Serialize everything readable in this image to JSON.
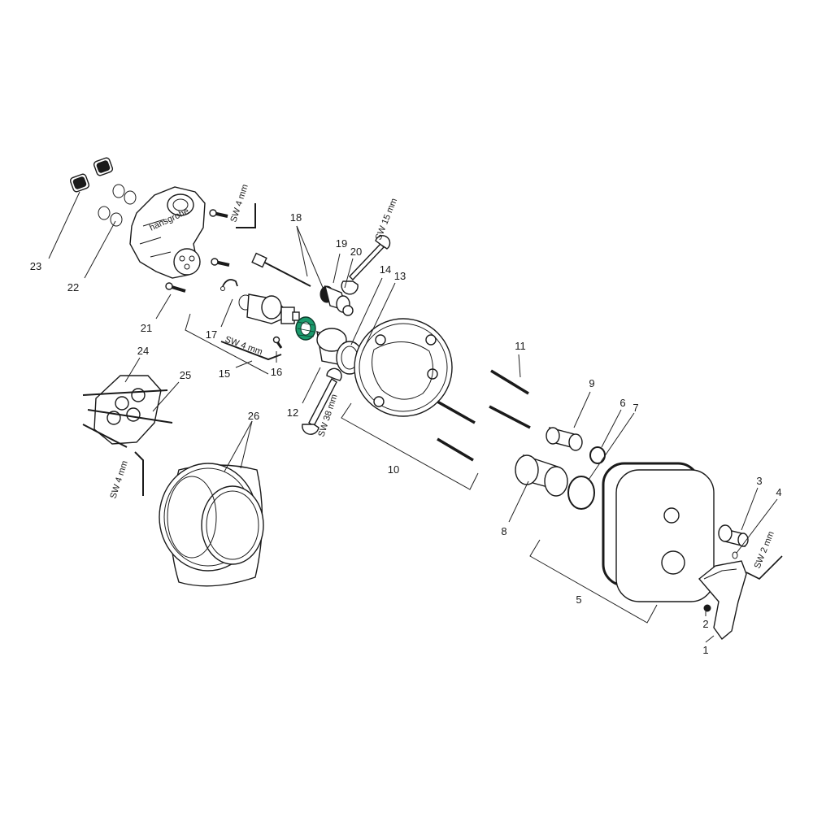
{
  "colors": {
    "line": "#1a1a1a",
    "highlight": "#1a9a6c",
    "background": "#ffffff"
  },
  "callouts": [
    {
      "id": "c1",
      "label": "1"
    },
    {
      "id": "c2",
      "label": "2"
    },
    {
      "id": "c3",
      "label": "3"
    },
    {
      "id": "c4",
      "label": "4"
    },
    {
      "id": "c5",
      "label": "5"
    },
    {
      "id": "c6",
      "label": "6"
    },
    {
      "id": "c7",
      "label": "7"
    },
    {
      "id": "c8",
      "label": "8"
    },
    {
      "id": "c9",
      "label": "9"
    },
    {
      "id": "c10",
      "label": "10"
    },
    {
      "id": "c11",
      "label": "11"
    },
    {
      "id": "c12",
      "label": "12"
    },
    {
      "id": "c13",
      "label": "13"
    },
    {
      "id": "c14",
      "label": "14"
    },
    {
      "id": "c15",
      "label": "15"
    },
    {
      "id": "c16",
      "label": "16"
    },
    {
      "id": "c17",
      "label": "17"
    },
    {
      "id": "c18",
      "label": "18"
    },
    {
      "id": "c19",
      "label": "19"
    },
    {
      "id": "c20",
      "label": "20"
    },
    {
      "id": "c21",
      "label": "21"
    },
    {
      "id": "c22",
      "label": "22"
    },
    {
      "id": "c23",
      "label": "23"
    },
    {
      "id": "c24",
      "label": "24"
    },
    {
      "id": "c25",
      "label": "25"
    },
    {
      "id": "c26",
      "label": "26"
    }
  ],
  "tool_labels": [
    {
      "id": "t1",
      "text": "SW 4 mm"
    },
    {
      "id": "t2",
      "text": "SW 15 mm"
    },
    {
      "id": "t3",
      "text": "SW 4 mm"
    },
    {
      "id": "t4",
      "text": "SW 38 mm"
    },
    {
      "id": "t5",
      "text": "SW 4 mm"
    },
    {
      "id": "t6",
      "text": "SW 2 mm"
    }
  ]
}
